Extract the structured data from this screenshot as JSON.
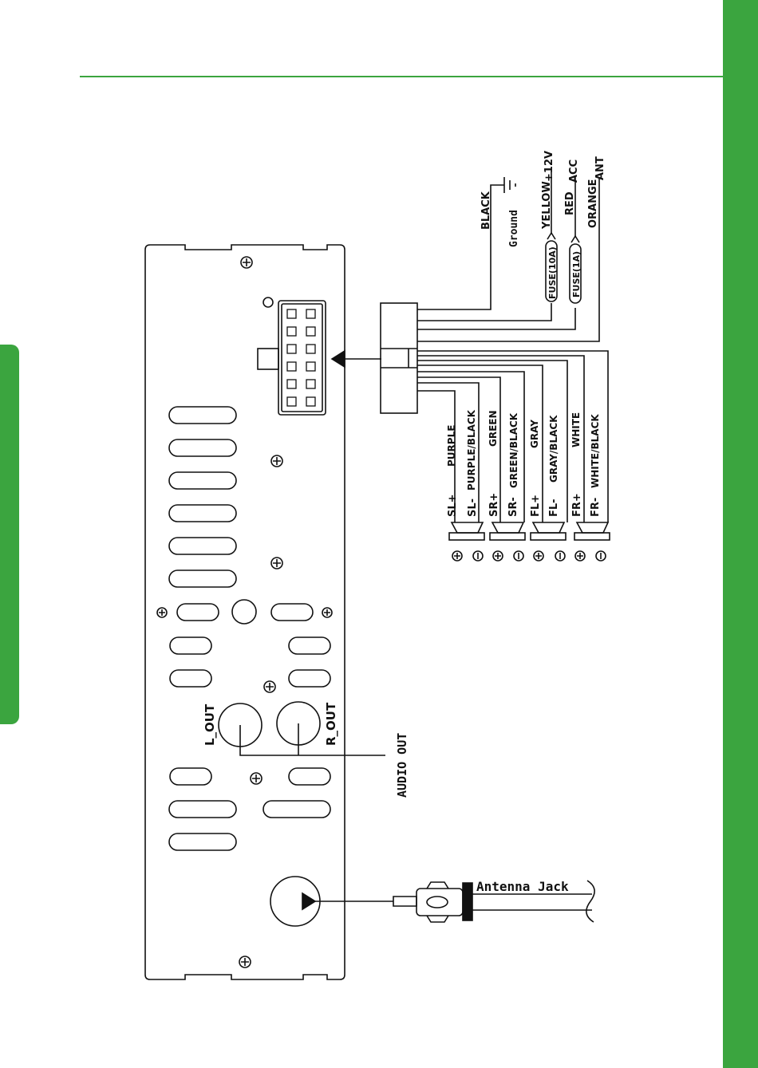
{
  "colors": {
    "accent": "#3ba53f",
    "line": "#111111"
  },
  "power": {
    "ground_label": "Ground",
    "black_label": "BLACK",
    "yellow_label": "YELLOW",
    "plus12v_label": "+12V",
    "fuse10_label": "FUSE(10A)",
    "red_label": "RED",
    "acc_label": "ACC",
    "fuse1_label": "FUSE(1A)",
    "orange_label": "ORANGE",
    "ant_label": "ANT"
  },
  "speakers": [
    {
      "pos_term": "SL+",
      "pos_color": "PURPLE",
      "neg_term": "SL-",
      "neg_color": "PURPLE/BLACK"
    },
    {
      "pos_term": "SR+",
      "pos_color": "GREEN",
      "neg_term": "SR-",
      "neg_color": "GREEN/BLACK"
    },
    {
      "pos_term": "FL+",
      "pos_color": "GRAY",
      "neg_term": "FL-",
      "neg_color": "GRAY/BLACK"
    },
    {
      "pos_term": "FR+",
      "pos_color": "WHITE",
      "neg_term": "FR-",
      "neg_color": "WHITE/BLACK"
    }
  ],
  "audio": {
    "l_out": "L_OUT",
    "r_out": "R_OUT",
    "audio_out": "AUDIO OUT"
  },
  "antenna": {
    "jack_label": "Antenna Jack"
  }
}
